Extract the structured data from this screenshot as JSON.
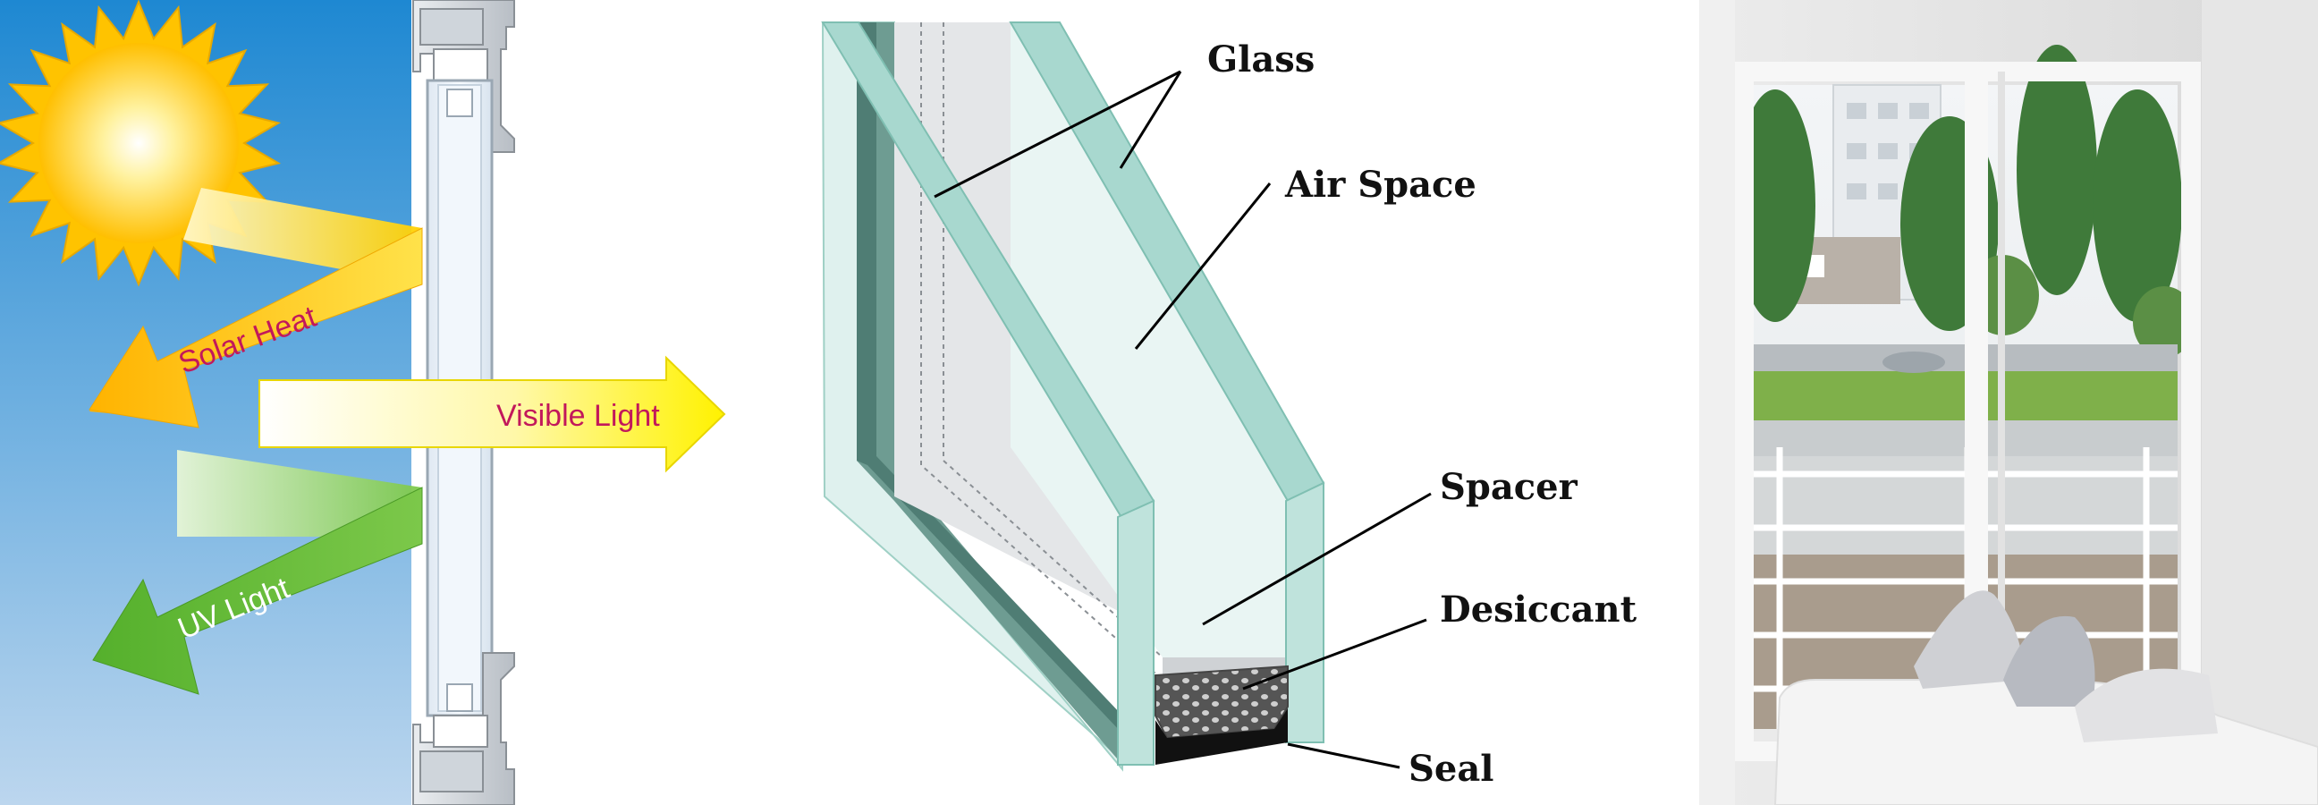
{
  "solar_panel": {
    "arrows": [
      {
        "label": "Solar Heat",
        "label_color": "#c2185b"
      },
      {
        "label": "Visible Light",
        "label_color": "#c2185b"
      },
      {
        "label": "UV Light",
        "label_color": "#ffffff"
      }
    ],
    "colors": {
      "sky_top": "#1e88d2",
      "sky_bottom": "#bcd6ee",
      "sun": "#ffcc00",
      "heat_arrow": "#ffc400",
      "light_arrow": "#fff44f",
      "uv_arrow": "#6cbf3c"
    }
  },
  "cross_section": {
    "callouts": [
      {
        "label": "Glass"
      },
      {
        "label": "Air Space"
      },
      {
        "label": "Spacer"
      },
      {
        "label": "Desiccant"
      },
      {
        "label": "Seal"
      }
    ],
    "colors": {
      "glass_face": "#cfe9e4",
      "glass_edge": "#8fc9bd",
      "glass_dark": "#5c8a80",
      "spacer": "#bdbdbd",
      "seal": "#111111"
    }
  },
  "photo_panel": {
    "depicts": "sliding-glass-door-photo",
    "colors": {
      "frame": "#f4f4f4",
      "lawn": "#7fb04a",
      "trees": "#3f7a3a"
    }
  }
}
